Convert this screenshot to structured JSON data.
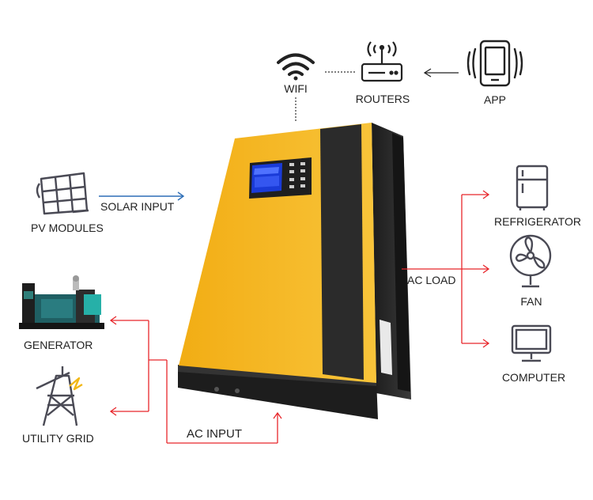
{
  "colors": {
    "ac_arrow": "#e8262b",
    "solar_arrow": "#2f6fb7",
    "network_line": "#333333",
    "inverter_body": "#f4b61e",
    "inverter_stripe": "#2b2b2b",
    "display": "#1a3bd8",
    "icon_stroke": "#4a4a55"
  },
  "network": {
    "wifi": {
      "label": "WIFI",
      "icon": "wifi-icon"
    },
    "routers": {
      "label": "ROUTERS",
      "icon": "router-icon"
    },
    "app": {
      "label": "APP",
      "icon": "smartphone-icon"
    }
  },
  "inputs": {
    "pv_modules": {
      "label": "PV MODULES",
      "icon": "solar-panel-icon"
    },
    "solar_input": {
      "label": "SOLAR INPUT"
    },
    "generator": {
      "label": "GENERATOR",
      "icon": "generator-image"
    },
    "utility_grid": {
      "label": "UTILITY GRID",
      "icon": "power-tower-icon"
    },
    "ac_input": {
      "label": "AC INPUT"
    }
  },
  "outputs": {
    "ac_load": {
      "label": "AC LOAD"
    },
    "refrigerator": {
      "label": "REFRIGERATOR",
      "icon": "refrigerator-icon"
    },
    "fan": {
      "label": "FAN",
      "icon": "fan-icon"
    },
    "computer": {
      "label": "COMPUTER",
      "icon": "computer-icon"
    }
  },
  "device": {
    "name": "solar-inverter",
    "icon": "inverter-image"
  }
}
